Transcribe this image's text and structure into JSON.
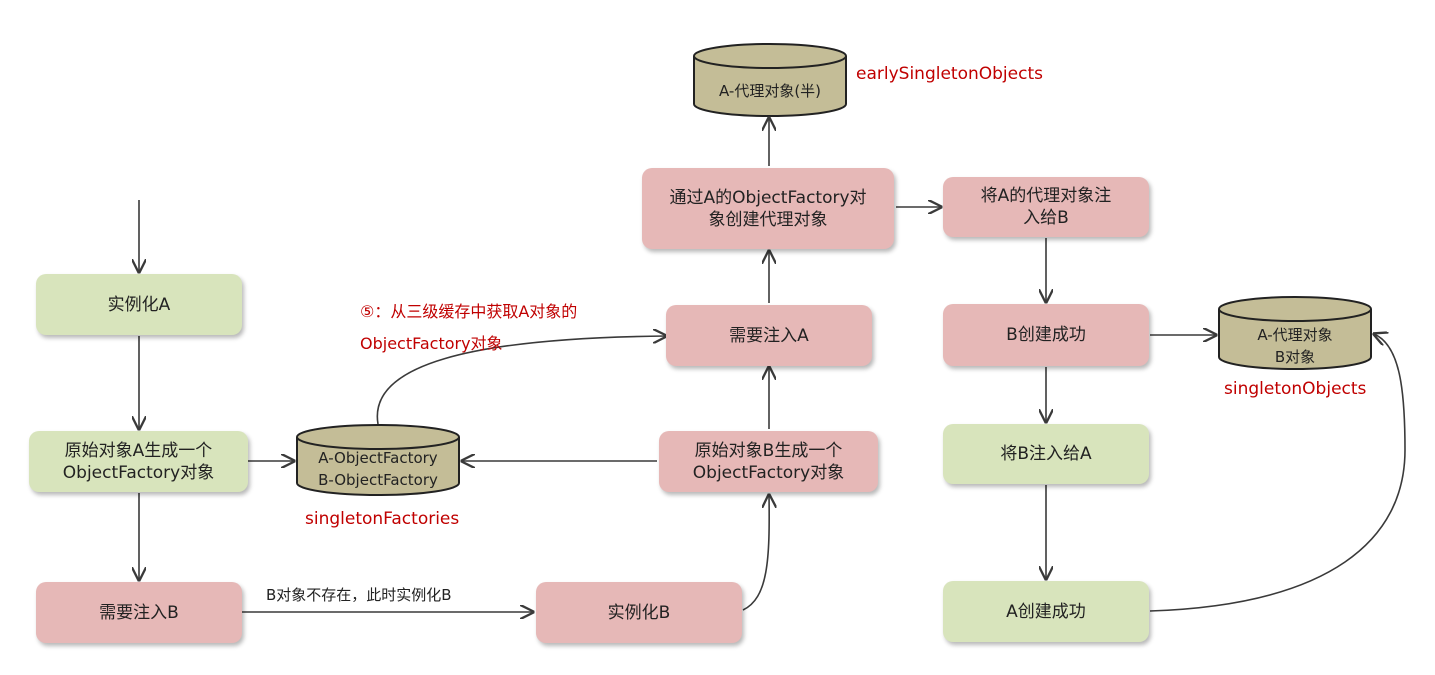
{
  "colors": {
    "green": "#d8e4bc",
    "pink": "#e6b8b7",
    "cylinder": "#c4bd97",
    "label_red": "#c00000",
    "arrow": "#3a3a3a"
  },
  "nodes": {
    "instantiate_a": "实例化A",
    "a_factory": "原始对象A生成一个\nObjectFactory对象",
    "need_inject_b": "需要注入B",
    "instantiate_b": "实例化B",
    "b_factory": "原始对象B生成一个\nObjectFactory对象",
    "need_inject_a": "需要注入A",
    "create_proxy": "通过A的ObjectFactory对\n象创建代理对象",
    "inject_proxy_to_b": "将A的代理对象注\n入给B",
    "b_created": "B创建成功",
    "inject_b_to_a": "将B注入给A",
    "a_created": "A创建成功"
  },
  "stores": {
    "singleton_factories": {
      "content": "A-ObjectFactory\nB-ObjectFactory",
      "label": "singletonFactories"
    },
    "early_singletons": {
      "content": "A-代理对象(半)",
      "label": "earlySingletonObjects"
    },
    "singletons": {
      "content": "A-代理对象\nB对象",
      "label": "singletonObjects"
    }
  },
  "annotations": {
    "step5_line1": "⑤：从三级缓存中获取A对象的",
    "step5_line2": "ObjectFactory对象",
    "b_missing": "B对象不存在，此时实例化B"
  }
}
